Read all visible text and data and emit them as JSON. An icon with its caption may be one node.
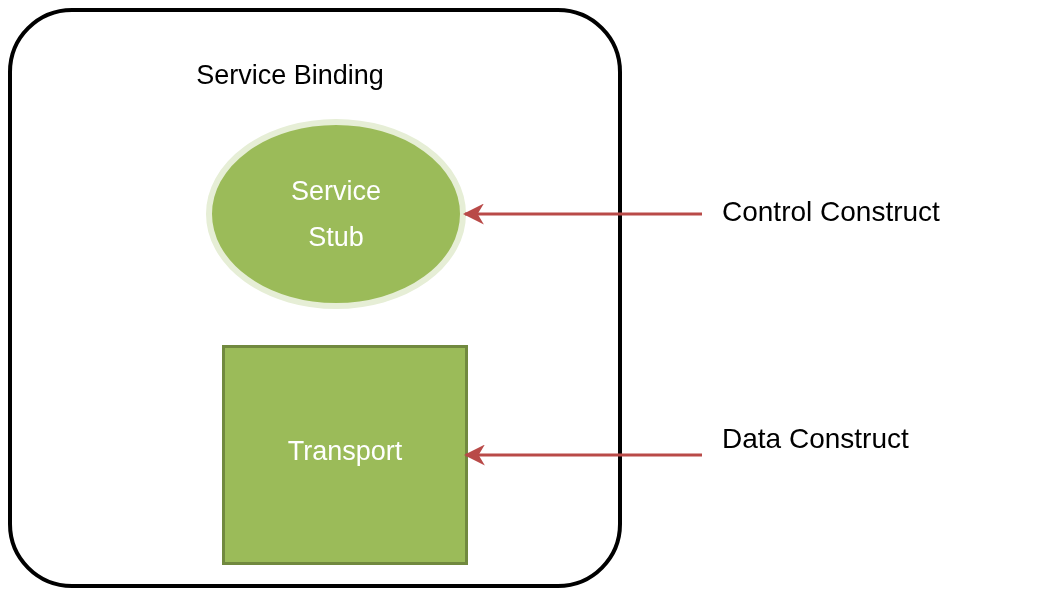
{
  "diagram": {
    "nodes": [
      {
        "text": [
          "Service Binding"
        ]
      },
      {
        "text": [
          "Service Stub"
        ],
        "in": 0
      },
      {
        "text": [
          "Transport"
        ],
        "in": 0
      },
      {
        "text": [
          "Control Construct"
        ]
      },
      {
        "text": [
          "Data Construct"
        ]
      }
    ],
    "edges": [
      {
        "from": 3,
        "to": 1,
        "arrow": "to",
        "color": "#b94a48"
      },
      {
        "from": 4,
        "to": 2,
        "arrow": "to",
        "color": "#b94a48"
      }
    ]
  }
}
